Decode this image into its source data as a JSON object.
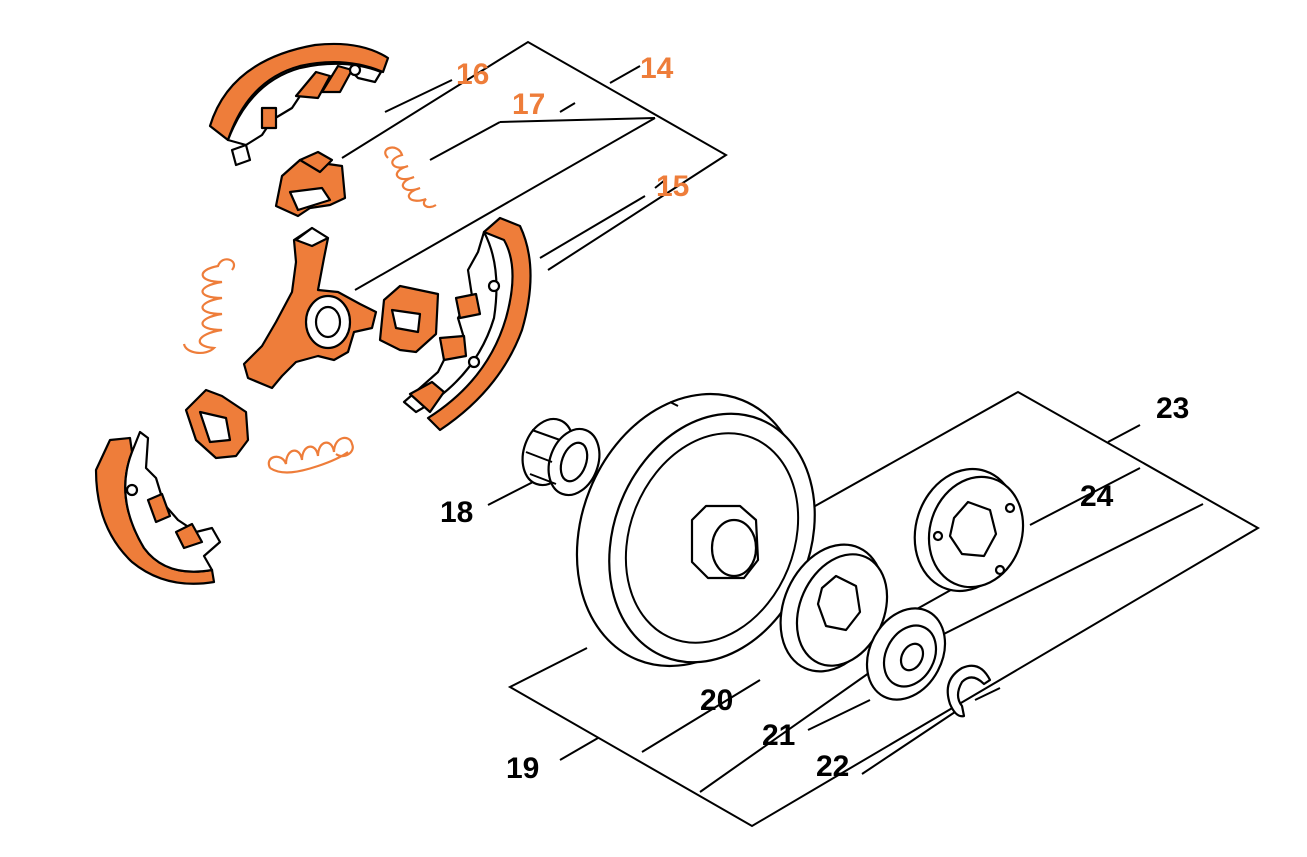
{
  "colors": {
    "highlight": "#ee7d3a",
    "outline": "#000000",
    "background": "#ffffff"
  },
  "callouts": [
    {
      "id": "14",
      "text": "14",
      "highlighted": true
    },
    {
      "id": "15",
      "text": "15",
      "highlighted": true
    },
    {
      "id": "16",
      "text": "16",
      "highlighted": true
    },
    {
      "id": "17",
      "text": "17",
      "highlighted": true
    },
    {
      "id": "18",
      "text": "18",
      "highlighted": false
    },
    {
      "id": "19",
      "text": "19",
      "highlighted": false
    },
    {
      "id": "20",
      "text": "20",
      "highlighted": false
    },
    {
      "id": "21",
      "text": "21",
      "highlighted": false
    },
    {
      "id": "22",
      "text": "22",
      "highlighted": false
    },
    {
      "id": "23",
      "text": "23",
      "highlighted": false
    },
    {
      "id": "24",
      "text": "24",
      "highlighted": false
    }
  ]
}
